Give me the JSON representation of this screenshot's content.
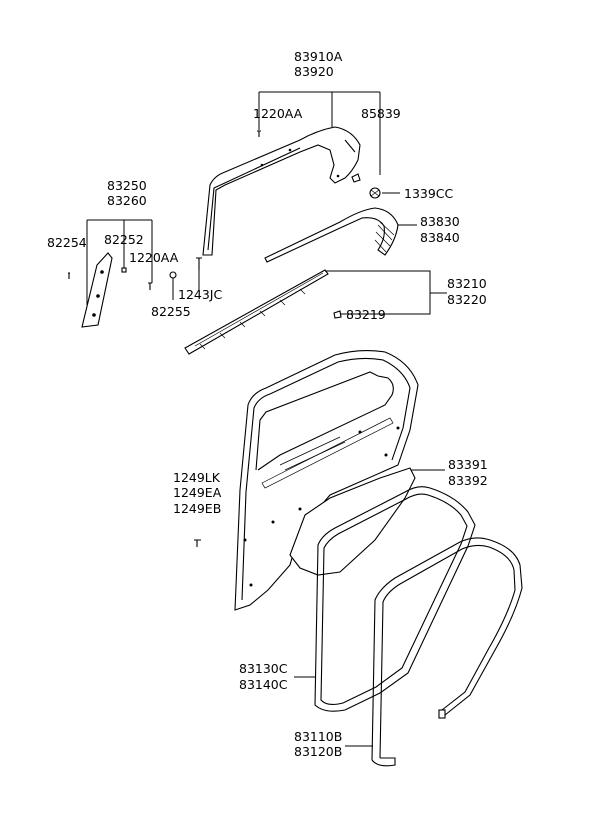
{
  "labels": {
    "p83910A": "83910A",
    "p83920": "83920",
    "p1220AA_top": "1220AA",
    "p85839": "85839",
    "p1339CC": "1339CC",
    "p83250": "83250",
    "p83260": "83260",
    "p82254": "82254",
    "p82252": "82252",
    "p1220AA_mid": "1220AA",
    "p82255": "82255",
    "p1243JC": "1243JC",
    "p83830": "83830",
    "p83840": "83840",
    "p83210": "83210",
    "p83220": "83220",
    "p83219": "83219",
    "p83391": "83391",
    "p83392": "83392",
    "p1249LK": "1249LK",
    "p1249EA": "1249EA",
    "p1249EB": "1249EB",
    "p83130C": "83130C",
    "p83140C": "83140C",
    "p83110B": "83110B",
    "p83120B": "83120B"
  }
}
